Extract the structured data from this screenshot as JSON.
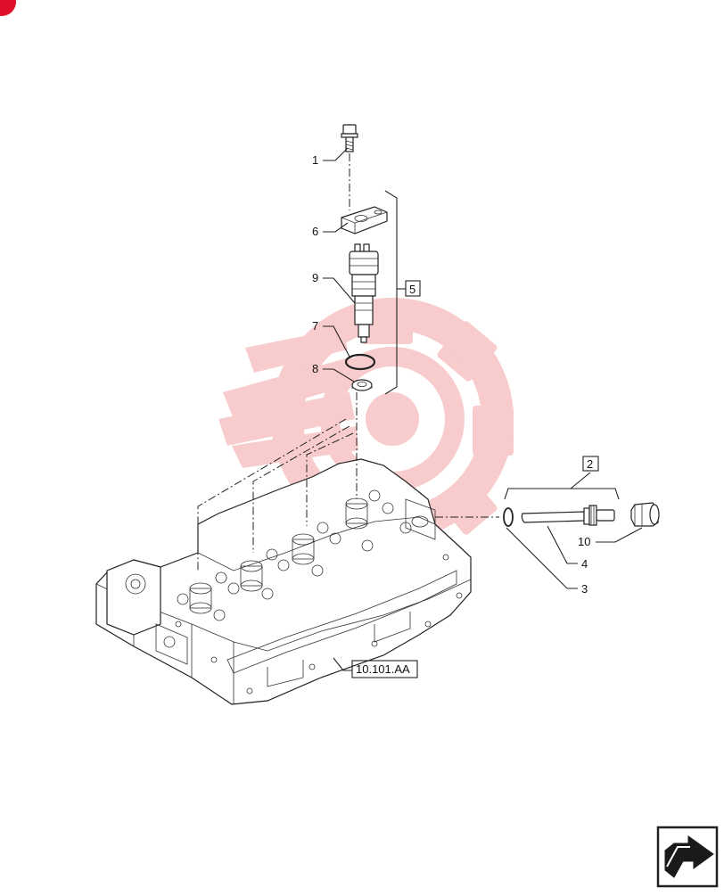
{
  "diagram": {
    "callouts": {
      "c1": "1",
      "c2": "2",
      "c3": "3",
      "c4": "4",
      "c5": "5",
      "c6": "6",
      "c7": "7",
      "c8": "8",
      "c9": "9",
      "c10": "10"
    },
    "reference_label": "10.101.AA"
  },
  "colors": {
    "line": "#222222",
    "watermark": "#f2a0a0",
    "corner_badge": "#e0102a"
  },
  "icons": {
    "watermark": "gear-logo-watermark",
    "navigation": "previous-page-arrow-icon"
  }
}
